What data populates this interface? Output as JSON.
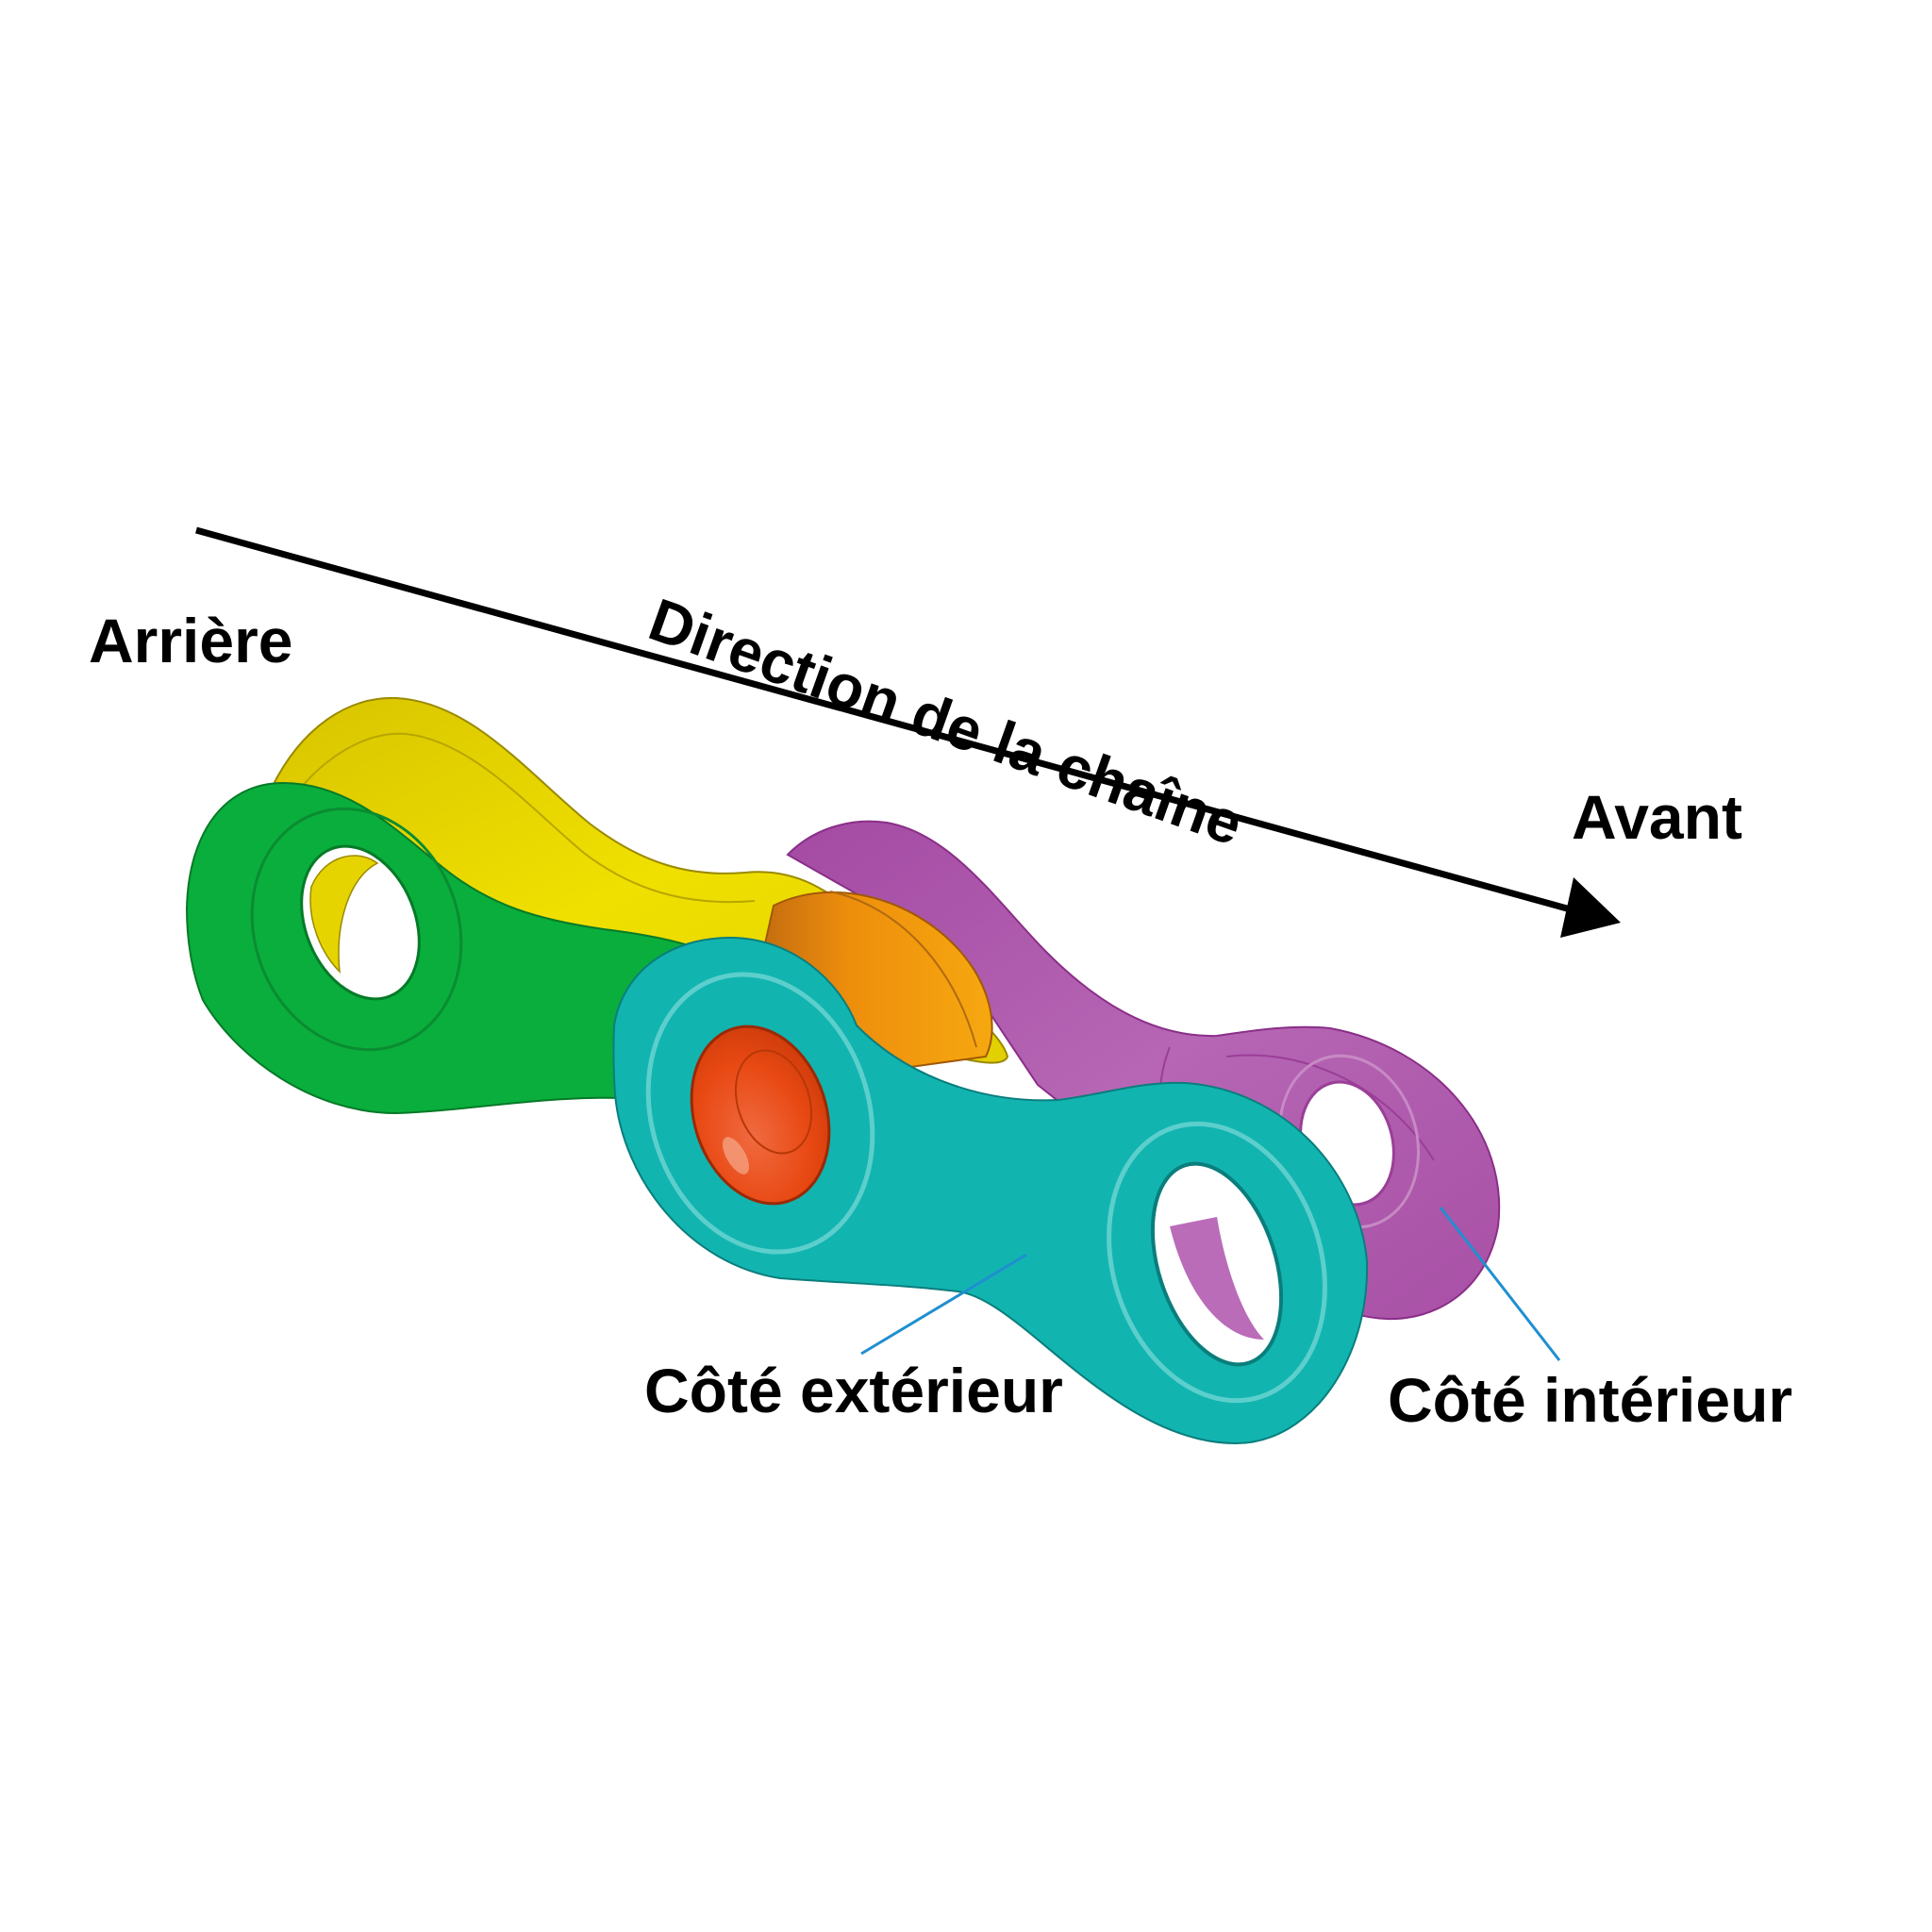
{
  "diagram": {
    "title": "Direction de la chaîne",
    "labels": {
      "rear": "Arrière",
      "front": "Avant",
      "direction": "Direction de la chaîne",
      "outer_side": "Côté extérieur",
      "inner_side": "Côté intérieur"
    },
    "parts": [
      {
        "name": "outer-plate-rear",
        "color": "#0aae3c"
      },
      {
        "name": "inner-plate-rear",
        "color": "#e8d800"
      },
      {
        "name": "roller",
        "color": "#f2960c"
      },
      {
        "name": "pin-bushing",
        "color": "#ea4a12"
      },
      {
        "name": "inner-plate-front",
        "color": "#b25cb0"
      },
      {
        "name": "outer-plate-front",
        "color": "#12b4b0"
      }
    ],
    "arrow_color": "#000000",
    "leader_color": "#1f8fd0"
  }
}
